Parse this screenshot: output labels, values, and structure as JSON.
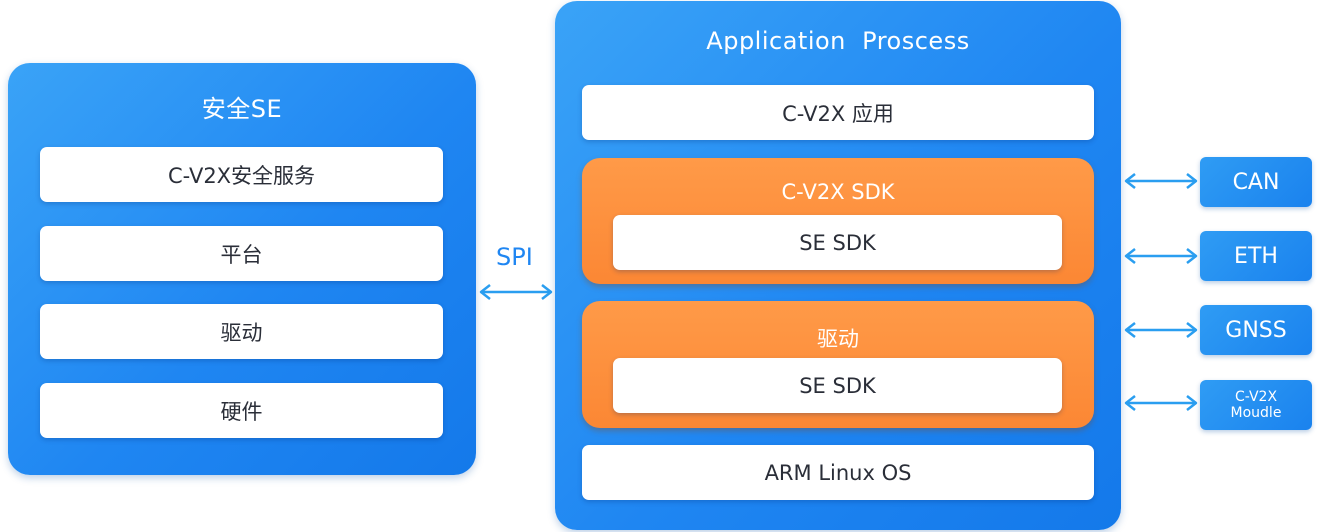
{
  "left_panel": {
    "title": "安全SE",
    "items": [
      "C-V2X安全服务",
      "平台",
      "驱动",
      "硬件"
    ]
  },
  "connector": {
    "label": "SPI"
  },
  "right_panel": {
    "title": "Application  Proscess",
    "top_box": "C-V2X 应用",
    "sdk_group": {
      "title": "C-V2X SDK",
      "inner": "SE SDK"
    },
    "driver_group": {
      "title": "驱动",
      "inner": "SE SDK"
    },
    "bottom_box": "ARM Linux OS"
  },
  "interfaces": [
    {
      "label": "CAN"
    },
    {
      "label": "ETH"
    },
    {
      "label": "GNSS"
    },
    {
      "label_line1": "C-V2X",
      "label_line2": "Moudle"
    }
  ],
  "colors": {
    "panel_blue": "#1f86f2",
    "group_orange": "#fb8734",
    "arrow_blue": "#2a9ef0"
  }
}
